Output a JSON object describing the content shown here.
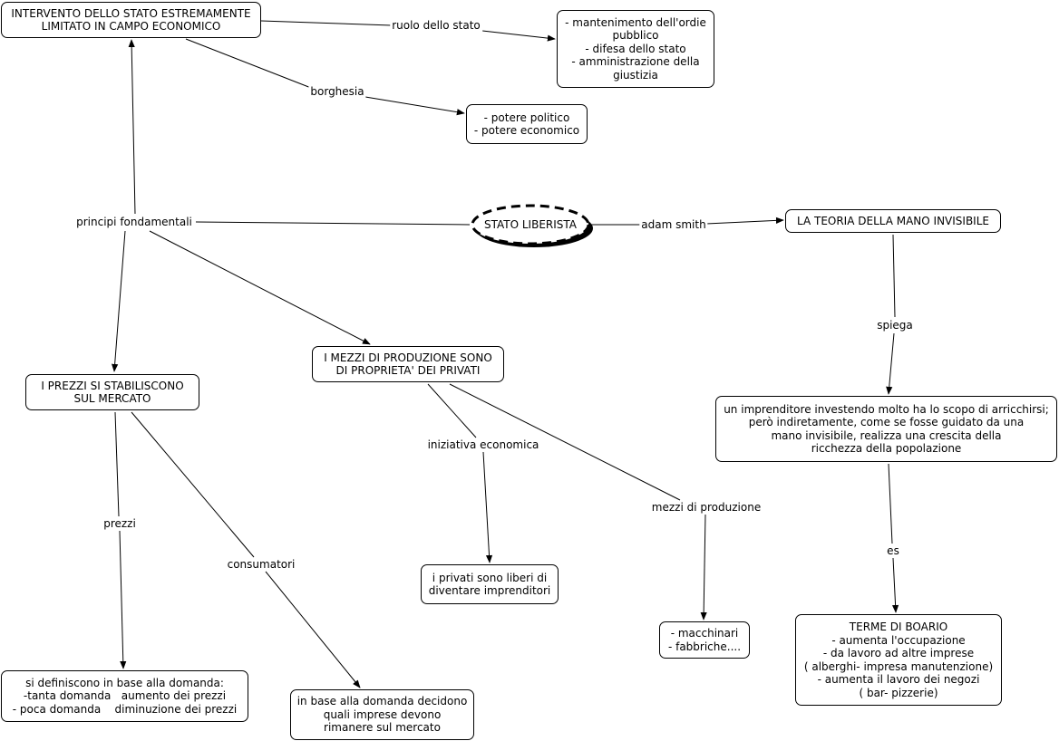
{
  "nodes": {
    "intervento": [
      "INTERVENTO DELLO STATO ESTREMAMENTE",
      "LIMITATO IN CAMPO ECONOMICO"
    ],
    "ordine": [
      "- mantenimento dell'ordie",
      "pubblico",
      "- difesa dello stato",
      "- amministrazione della",
      "giustizia"
    ],
    "potere": [
      "- potere politico",
      "- potere economico"
    ],
    "stato_liberista": "STATO LIBERISTA",
    "mano_invisibile": [
      "LA TEORIA DELLA MANO INVISIBILE"
    ],
    "mezzi_privati": [
      "I MEZZI DI PRODUZIONE SONO",
      "DI PROPRIETA' DEI PRIVATI"
    ],
    "prezzi_mercato": [
      "I PREZZI SI STABILISCONO",
      "SUL MERCATO"
    ],
    "imprenditore": [
      "un imprenditore investendo molto ha lo scopo di arricchirsi;",
      "però indiretamente, come se fosse guidato da una",
      "mano invisibile, realizza una crescita della",
      "ricchezza della popolazione"
    ],
    "privati_liberi": [
      "i privati sono liberi di",
      "diventare imprenditori"
    ],
    "macchinari": [
      "- macchinari",
      "- fabbriche...."
    ],
    "terme": [
      "TERME DI BOARIO",
      "- aumenta l'occupazione",
      "- da lavoro ad altre imprese",
      "( alberghi- impresa manutenzione)",
      "- aumenta il lavoro dei negozi",
      "( bar- pizzerie)"
    ],
    "domanda": [
      "si definiscono in base alla domanda:",
      "-tanta domanda   aumento dei prezzi",
      "- poca domanda    diminuzione dei prezzi"
    ],
    "imprese": [
      "in base alla domanda decidono",
      "quali imprese devono",
      "rimanere sul mercato"
    ]
  },
  "links": {
    "ruolo": "ruolo dello stato",
    "borghesia": "borghesia",
    "principi": "principi fondamentali",
    "adam": "adam smith",
    "spiega": "spiega",
    "iniziativa": "iniziativa economica",
    "mezzi": "mezzi di produzione",
    "prezzi": "prezzi",
    "consumatori": "consumatori",
    "es": "es"
  }
}
